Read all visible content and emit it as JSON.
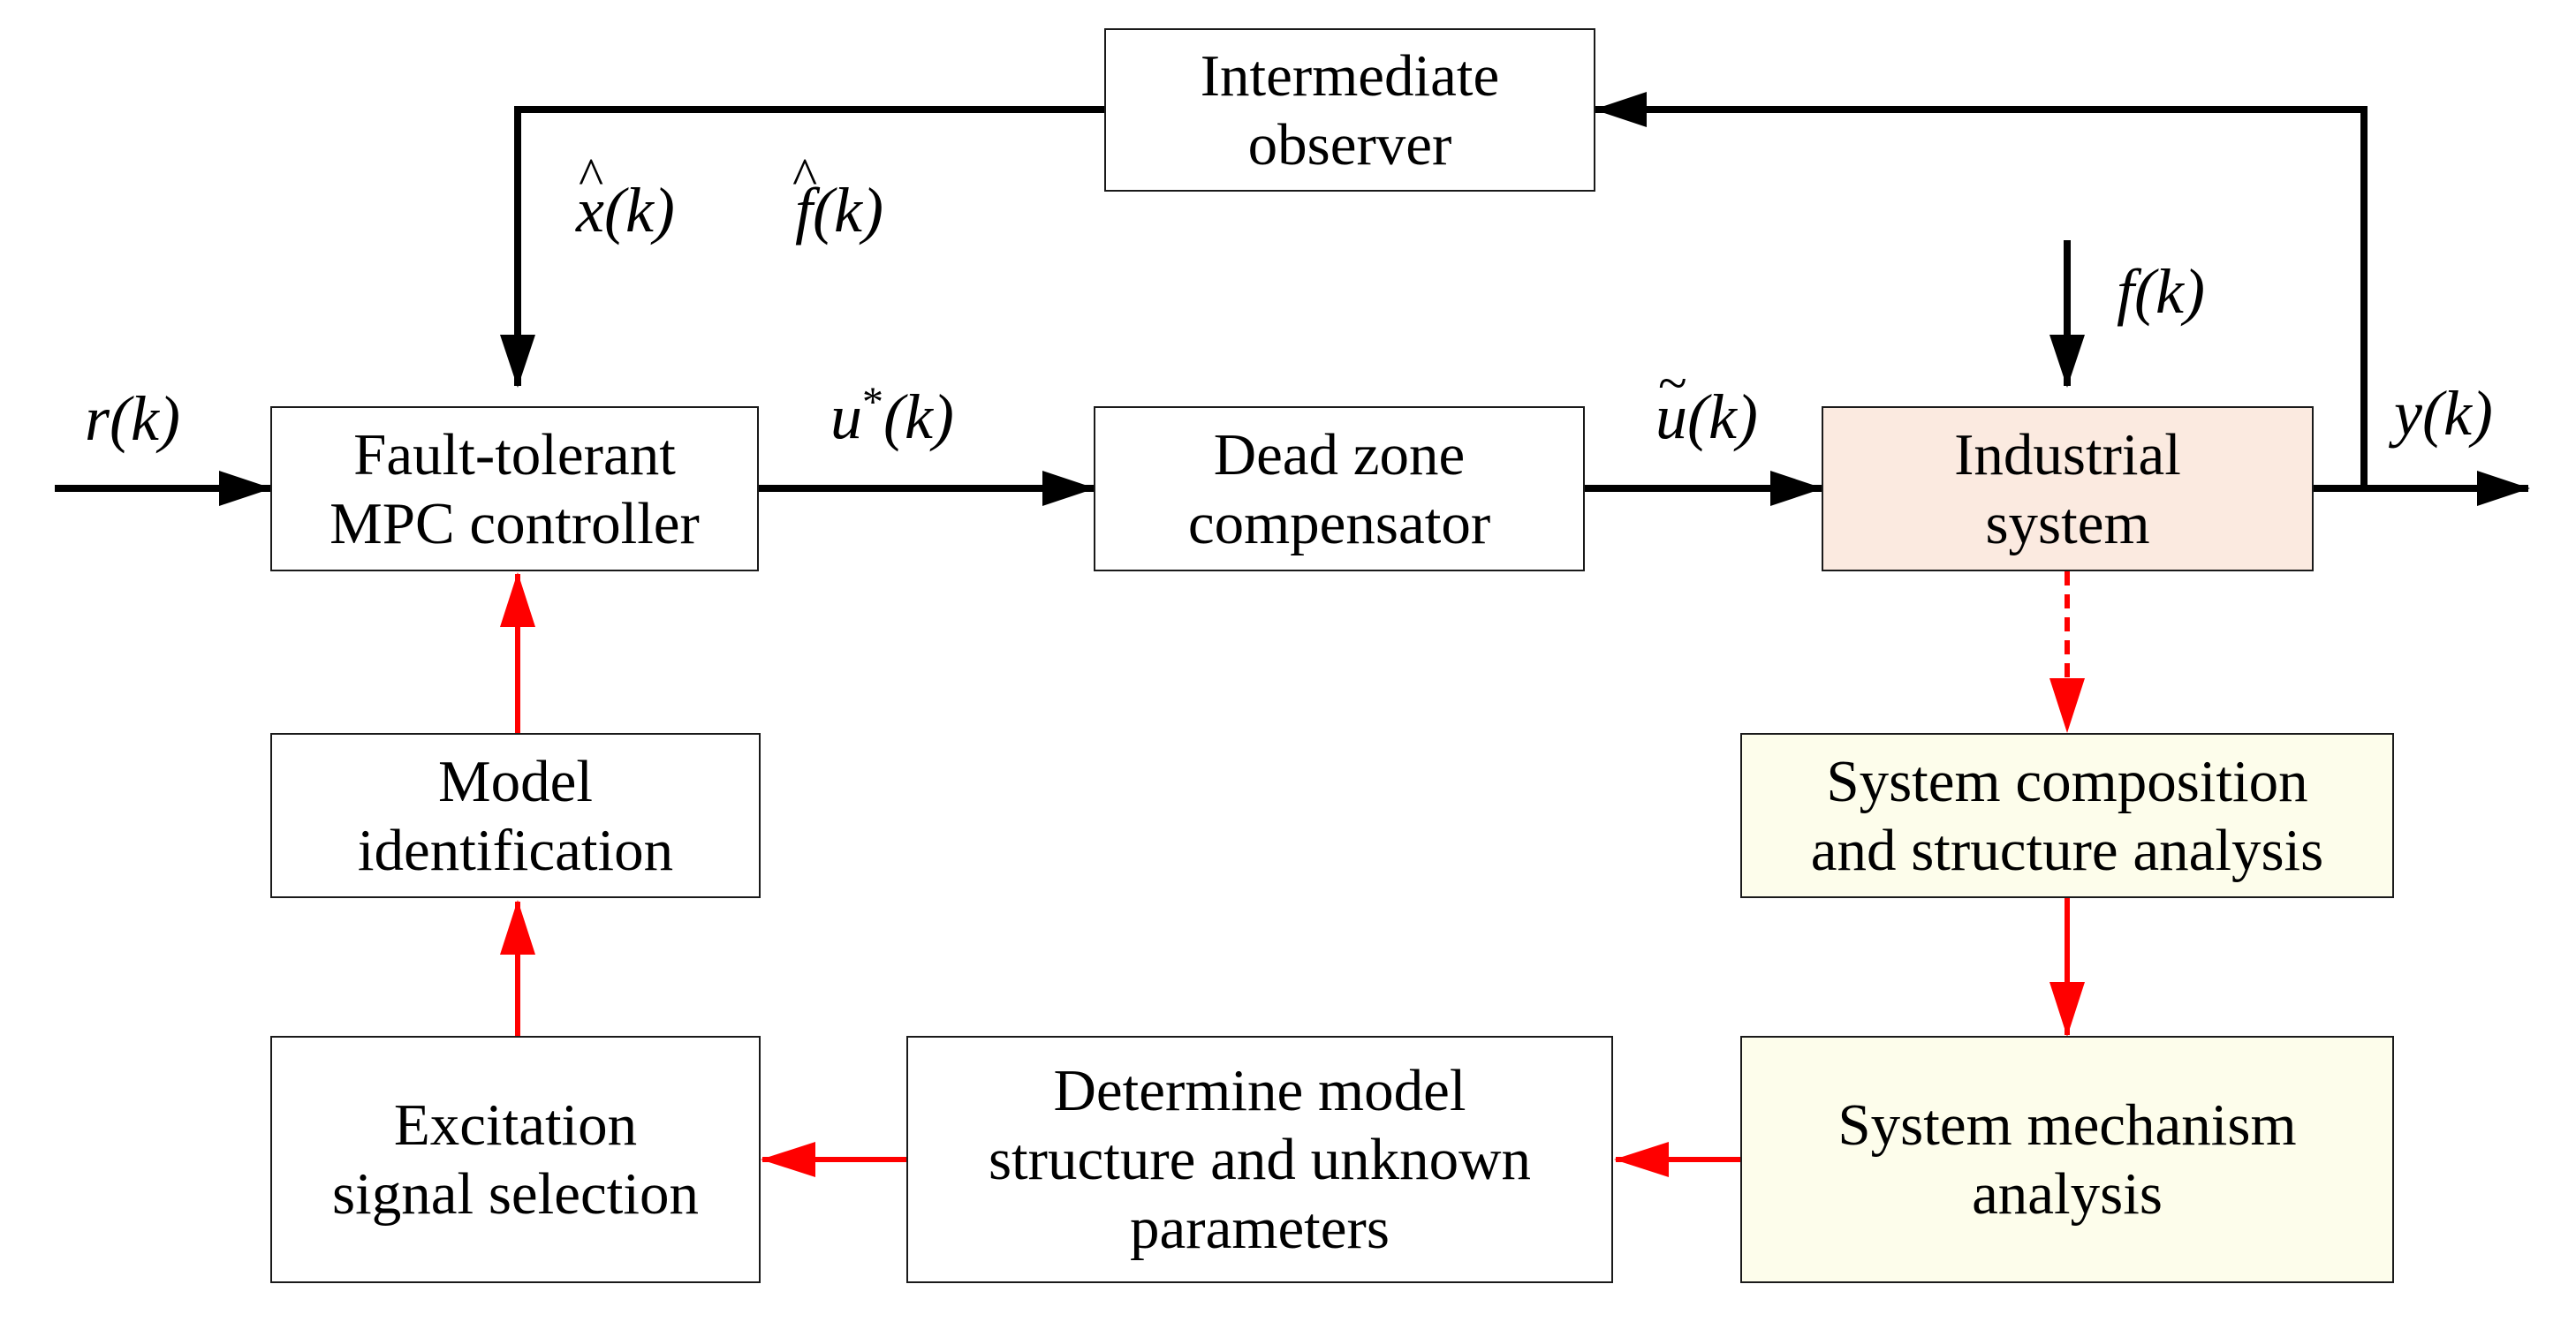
{
  "colors": {
    "signal_line": "#000000",
    "method_line": "#ff0000",
    "box_border": "#1a1a1a",
    "industrial_fill": "#fbeae0",
    "analysis_fill": "#fdfdeb"
  },
  "blocks": {
    "observer": "Intermediate\nobserver",
    "controller": "Fault-tolerant\nMPC controller",
    "compensator": "Dead zone\ncompensator",
    "industrial": "Industrial\nsystem",
    "composition": "System composition\nand structure analysis",
    "mechanism": "System mechanism\nanalysis",
    "determine": "Determine model\nstructure and unknown\nparameters",
    "excitation": "Excitation\nsignal selection",
    "identification": "Model\nidentification"
  },
  "signals": {
    "r": "r",
    "y": "y",
    "f": "f",
    "x_hat": "x",
    "f_hat": "f",
    "u_star": "u",
    "u_tilde": "u",
    "k_arg": "(k)",
    "star_mark": "*",
    "hat_mark": "^",
    "tilde_mark": "~"
  }
}
